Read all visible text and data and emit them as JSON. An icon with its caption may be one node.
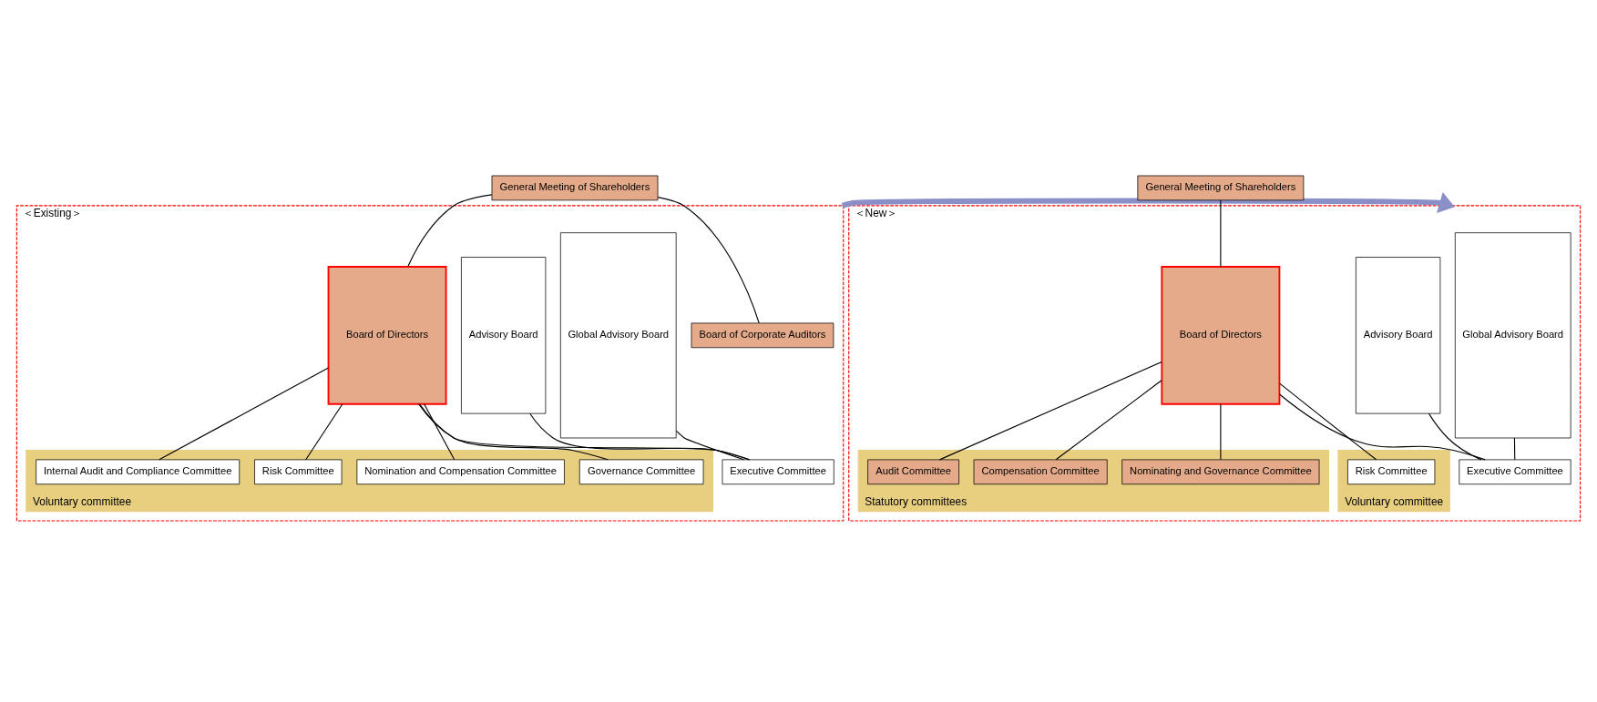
{
  "diagram": {
    "nodes": [
      {
        "text": [
          "＜Existing＞"
        ]
      },
      {
        "text": [
          "General Meeting of Shareholders"
        ]
      },
      {
        "text": [
          "Board of Corporate Auditors"
        ],
        "in": 0
      },
      {
        "text": [
          "Global Advisory Board"
        ],
        "in": 0
      },
      {
        "text": [
          "Advisory Board"
        ],
        "in": 0
      },
      {
        "text": [
          "Board of Directors"
        ],
        "in": 0
      },
      {
        "text": [
          "Voluntary committee"
        ],
        "in": 0
      },
      {
        "text": [
          "Governance Committee"
        ],
        "in": 6
      },
      {
        "text": [
          "Nomination and Compensation Committee"
        ],
        "in": 6
      },
      {
        "text": [
          "Risk Committee"
        ],
        "in": 6
      },
      {
        "text": [
          "Internal Audit and Compliance Committee"
        ],
        "in": 6
      },
      {
        "text": [
          "Executive Committee"
        ],
        "in": 0
      },
      {
        "text": [
          "＜New＞"
        ]
      },
      {
        "text": [
          "General Meeting of Shareholders"
        ]
      },
      {
        "text": [
          "Global Advisory Board"
        ],
        "in": 12
      },
      {
        "text": [
          "Advisory Board"
        ],
        "in": 12
      },
      {
        "text": [
          "Board of Directors"
        ],
        "in": 12
      },
      {
        "text": [
          "Statutory committees"
        ],
        "in": 12
      },
      {
        "text": [
          "Nominating and Governance Committee"
        ],
        "in": 17
      },
      {
        "text": [
          "Compensation Committee"
        ],
        "in": 17
      },
      {
        "text": [
          "Audit Committee"
        ],
        "in": 17
      },
      {
        "text": [
          "Voluntary committee"
        ],
        "in": 12
      },
      {
        "text": [
          "Risk Committee"
        ],
        "in": 21
      },
      {
        "text": [
          "Executive Committee"
        ],
        "in": 12
      }
    ],
    "edges": [
      {
        "from": 1,
        "to": 5,
        "arrow": "none"
      },
      {
        "from": 1,
        "to": 2,
        "arrow": "none"
      },
      {
        "from": 5,
        "to": 7,
        "arrow": "none"
      },
      {
        "from": 5,
        "to": 8,
        "arrow": "none"
      },
      {
        "from": 5,
        "to": 9,
        "arrow": "none"
      },
      {
        "from": 5,
        "to": 10,
        "arrow": "none"
      },
      {
        "from": 5,
        "to": 11,
        "arrow": "none"
      },
      {
        "from": 3,
        "to": 11,
        "arrow": "none"
      },
      {
        "from": 4,
        "to": 11,
        "arrow": "none"
      },
      {
        "from": 0,
        "to": 12,
        "arrow": "to",
        "style": "thick",
        "color": "#8b8fc8"
      },
      {
        "from": 13,
        "to": 16,
        "arrow": "none"
      },
      {
        "from": 16,
        "to": 18,
        "arrow": "none"
      },
      {
        "from": 16,
        "to": 19,
        "arrow": "none"
      },
      {
        "from": 16,
        "to": 20,
        "arrow": "none"
      },
      {
        "from": 16,
        "to": 22,
        "arrow": "none"
      },
      {
        "from": 16,
        "to": 23,
        "arrow": "none"
      },
      {
        "from": 14,
        "to": 23,
        "arrow": "none"
      },
      {
        "from": 15,
        "to": 23,
        "arrow": "none"
      }
    ]
  }
}
